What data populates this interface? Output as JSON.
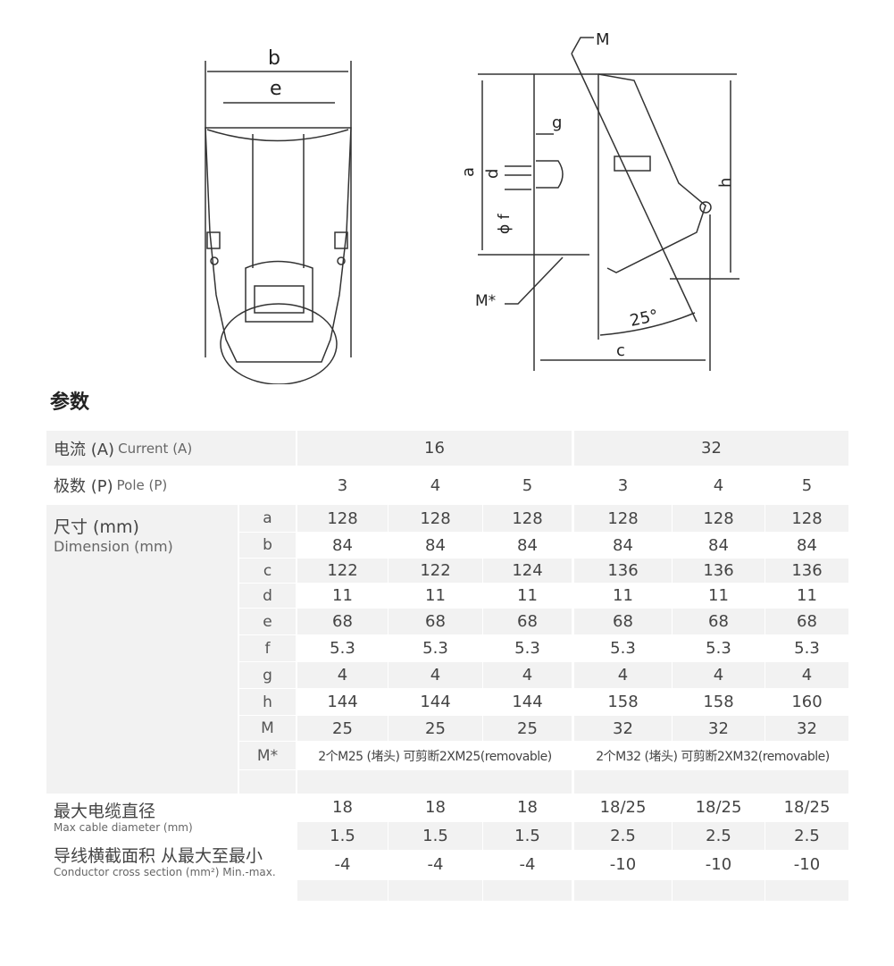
{
  "drawing": {
    "labels": {
      "b": "b",
      "e": "e",
      "M": "M",
      "g": "g",
      "a": "a",
      "d": "d",
      "phi_f": "ϕ f",
      "h": "h",
      "M_star": "M*",
      "angle": "25°",
      "c": "c"
    }
  },
  "section_title": "参数",
  "header": {
    "current_label_zh": "电流 (A)",
    "current_label_en": "Current (A)",
    "current_values": [
      "16",
      "32"
    ],
    "pole_label_zh": "极数 (P)",
    "pole_label_en": "Pole (P)",
    "poles": [
      "3",
      "4",
      "5",
      "3",
      "4",
      "5"
    ]
  },
  "dimension": {
    "label_zh": "尺寸 (mm)",
    "label_en": "Dimension (mm)",
    "rows": [
      {
        "sym": "a",
        "v": [
          "128",
          "128",
          "128",
          "128",
          "128",
          "128"
        ]
      },
      {
        "sym": "b",
        "v": [
          "84",
          "84",
          "84",
          "84",
          "84",
          "84"
        ]
      },
      {
        "sym": "c",
        "v": [
          "122",
          "122",
          "124",
          "136",
          "136",
          "136"
        ]
      },
      {
        "sym": "d",
        "v": [
          "11",
          "11",
          "11",
          "11",
          "11",
          "11"
        ]
      },
      {
        "sym": "e",
        "v": [
          "68",
          "68",
          "68",
          "68",
          "68",
          "68"
        ]
      },
      {
        "sym": "f",
        "v": [
          "5.3",
          "5.3",
          "5.3",
          "5.3",
          "5.3",
          "5.3"
        ]
      },
      {
        "sym": "g",
        "v": [
          "4",
          "4",
          "4",
          "4",
          "4",
          "4"
        ]
      },
      {
        "sym": "h",
        "v": [
          "144",
          "144",
          "144",
          "158",
          "158",
          "160"
        ]
      },
      {
        "sym": "M",
        "v": [
          "25",
          "25",
          "25",
          "32",
          "32",
          "32"
        ]
      }
    ],
    "mstar": {
      "sym": "M*",
      "v16": "2个M25 (堵头) 可剪断2XM25(removable)",
      "v32": "2个M32 (堵头) 可剪断2XM32(removable)"
    }
  },
  "cable": {
    "label_zh": "最大电缆直径",
    "label_en": "Max cable diameter (mm)",
    "v": [
      "18",
      "18",
      "18",
      "18/25",
      "18/25",
      "18/25"
    ]
  },
  "conductor": {
    "label_zh": "导线横截面积 从最大至最小",
    "label_en": "Conductor cross section (mm²) Min.-max.",
    "v_max": [
      "1.5",
      "1.5",
      "1.5",
      "2.5",
      "2.5",
      "2.5"
    ],
    "v_min": [
      "-4",
      "-4",
      "-4",
      "-10",
      "-10",
      "-10"
    ]
  }
}
